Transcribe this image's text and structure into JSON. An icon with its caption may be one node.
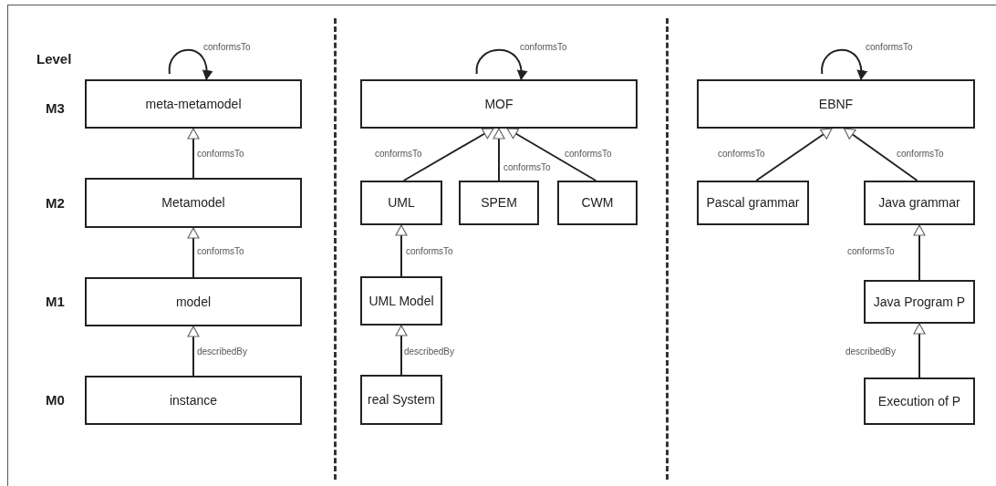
{
  "diagram": {
    "nodes": [
      {
        "text": [
          "meta-metamodel"
        ]
      },
      {
        "text": [
          "Metamodel"
        ]
      },
      {
        "text": [
          "model"
        ]
      },
      {
        "text": [
          "instance"
        ]
      },
      {
        "text": [
          "MOF"
        ]
      },
      {
        "text": [
          "UML"
        ]
      },
      {
        "text": [
          "SPEM"
        ]
      },
      {
        "text": [
          "CWM"
        ]
      },
      {
        "text": [
          "UML Model"
        ]
      },
      {
        "text": [
          "real System"
        ]
      },
      {
        "text": [
          "EBNF"
        ]
      },
      {
        "text": [
          "Pascal grammar"
        ]
      },
      {
        "text": [
          "Java grammar"
        ]
      },
      {
        "text": [
          "Java Program P"
        ]
      },
      {
        "text": [
          "Execution of P"
        ]
      }
    ],
    "edges": [
      {
        "from": 0,
        "to": 0,
        "arrow": "to",
        "label": "conformsTo"
      },
      {
        "from": 1,
        "to": 0,
        "arrow": "to",
        "label": "conformsTo"
      },
      {
        "from": 2,
        "to": 1,
        "arrow": "to",
        "label": "conformsTo"
      },
      {
        "from": 3,
        "to": 2,
        "arrow": "to",
        "label": "describedBy"
      },
      {
        "from": 4,
        "to": 4,
        "arrow": "to",
        "label": "conformsTo"
      },
      {
        "from": 5,
        "to": 4,
        "arrow": "to",
        "label": "conformsTo"
      },
      {
        "from": 6,
        "to": 4,
        "arrow": "to",
        "label": "conformsTo"
      },
      {
        "from": 7,
        "to": 4,
        "arrow": "to",
        "label": "conformsTo"
      },
      {
        "from": 8,
        "to": 5,
        "arrow": "to",
        "label": "conformsTo"
      },
      {
        "from": 9,
        "to": 8,
        "arrow": "to",
        "label": "describedBy"
      },
      {
        "from": 10,
        "to": 10,
        "arrow": "to",
        "label": "conformsTo"
      },
      {
        "from": 11,
        "to": 10,
        "arrow": "to",
        "label": "conformsTo"
      },
      {
        "from": 12,
        "to": 10,
        "arrow": "to",
        "label": "conformsTo"
      },
      {
        "from": 13,
        "to": 12,
        "arrow": "to",
        "label": "conformsTo"
      },
      {
        "from": 14,
        "to": 13,
        "arrow": "to",
        "label": "describedBy"
      }
    ],
    "labels": [
      "Level",
      "M3",
      "M2",
      "M1",
      "M0"
    ]
  }
}
